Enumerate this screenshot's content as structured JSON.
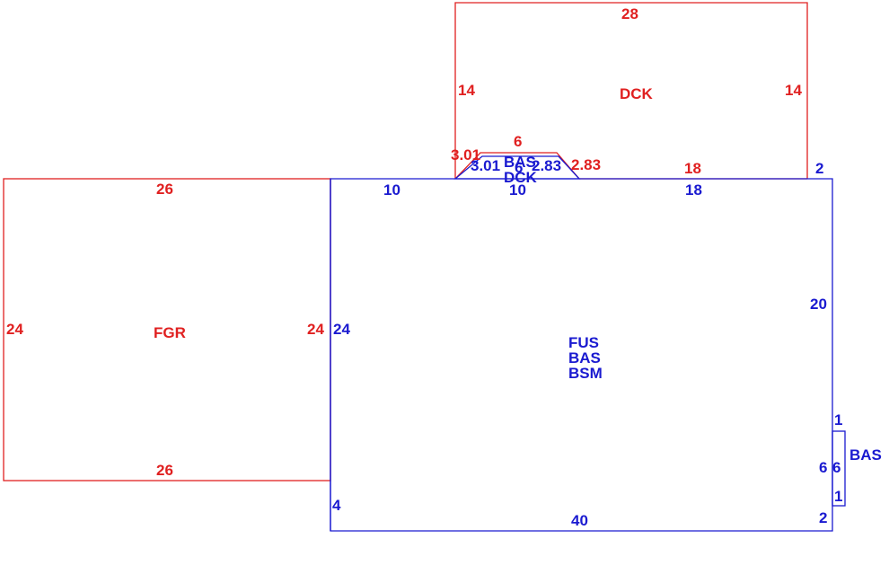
{
  "colors": {
    "red": "#e02020",
    "blue": "#1a1ad0"
  },
  "areas": {
    "dck": {
      "label": "DCK"
    },
    "fgr": {
      "label": "FGR"
    },
    "main": {
      "label_1": "FUS",
      "label_2": "BAS",
      "label_3": "BSM"
    },
    "bay_top": {
      "label_1": "BAS",
      "label_2": "DCK"
    },
    "bay_right": {
      "label": "BAS"
    }
  },
  "dims": {
    "dck_top": "28",
    "dck_left": "14",
    "dck_right": "14",
    "dck_bottom_right": "18",
    "bay_top_red": "6",
    "bay_left_red": "3.01",
    "bay_right_red": "2.83",
    "bay_left_blue": "3.01",
    "bay_mid_blue": "6",
    "bay_right_blue": "2.83",
    "fgr_top": "26",
    "fgr_bottom": "26",
    "fgr_left": "24",
    "fgr_right": "24",
    "main_top_left": "10",
    "main_top_mid": "10",
    "main_top_right": "18",
    "main_top_corner": "2",
    "main_left": "24",
    "main_right": "20",
    "main_left_lower": "4",
    "main_bottom": "40",
    "main_bottom_corner": "2",
    "bump_top": "1",
    "bump_left": "6",
    "bump_right": "6",
    "bump_bottom": "1"
  }
}
